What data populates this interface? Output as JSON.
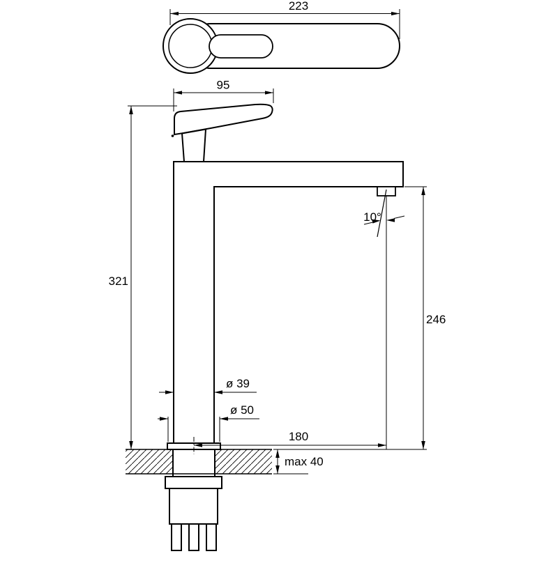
{
  "page": {
    "background": "#ffffff",
    "ink": "#000000",
    "drawing_subject": "tall-single-lever-basin-mixer-technical-drawing"
  },
  "labels": {
    "handle_length": "223",
    "handle_projection": "95",
    "total_height": "321",
    "spout_height": "246",
    "spout_angle": "10°",
    "body_diameter": "ø 39",
    "base_diameter": "ø 50",
    "spout_reach": "180",
    "max_deck_thickness": "max 40"
  }
}
